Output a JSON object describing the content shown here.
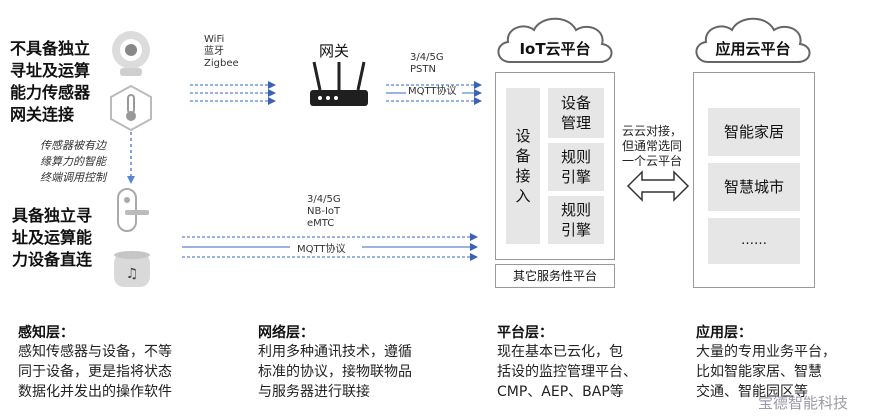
{
  "sensing": {
    "group1_title": [
      "不具备独立",
      "寻址及运算",
      "能力传感器",
      "网关连接"
    ],
    "note": [
      "传感器被有边",
      "缘算力的智能",
      "终端调用控制"
    ],
    "group2_title": [
      "具备独立寻",
      "址及运算能",
      "力设备直连"
    ]
  },
  "network": {
    "gateway_label": "网关",
    "upper_protocols": [
      "WiFi",
      "蓝牙",
      "Zigbee"
    ],
    "upper_right_protocols": [
      "3/4/5G",
      "PSTN"
    ],
    "mqtt_upper": "MQTT协议",
    "lower_protocols": [
      "3/4/5G",
      "NB-IoT",
      "eMTC"
    ],
    "mqtt_lower": "MQTT协议"
  },
  "iot_platform": {
    "title": "IoT云平台",
    "device_access": [
      "设",
      "备",
      "接",
      "入"
    ],
    "modules": [
      {
        "text": [
          "设备",
          "管理"
        ]
      },
      {
        "text": [
          "规则",
          "引擎"
        ]
      },
      {
        "text": [
          "规则",
          "引擎"
        ]
      }
    ],
    "other": "其它服务性平台"
  },
  "cloud_link": {
    "note": [
      "云云对接，",
      "但通常选同",
      "一个云平台"
    ]
  },
  "app_platform": {
    "title": "应用云平台",
    "items": [
      "智能家居",
      "智慧城市",
      "……"
    ]
  },
  "layers": [
    {
      "title": "感知层：",
      "lines": [
        "感知传感器与设备，不等",
        "同于设备，更是指将状态",
        "数据化并发出的操作软件"
      ]
    },
    {
      "title": "网络层：",
      "lines": [
        "利用多种通讯技术，遵循",
        "标准的协议，接物联物品",
        "与服务器进行联接"
      ]
    },
    {
      "title": "平台层：",
      "lines": [
        "现在基本已云化，包",
        "括设的监控管理平台、",
        "CMP、AEP、BAP等"
      ]
    },
    {
      "title": "应用层：",
      "lines": [
        "大量的专用业务平台，",
        "比如智能家居、智慧",
        "交通、智能园区等"
      ]
    }
  ],
  "watermark": "宝德智能科技",
  "colors": {
    "arrow": "#3a63b8",
    "accent_line": "#5b84d6"
  }
}
